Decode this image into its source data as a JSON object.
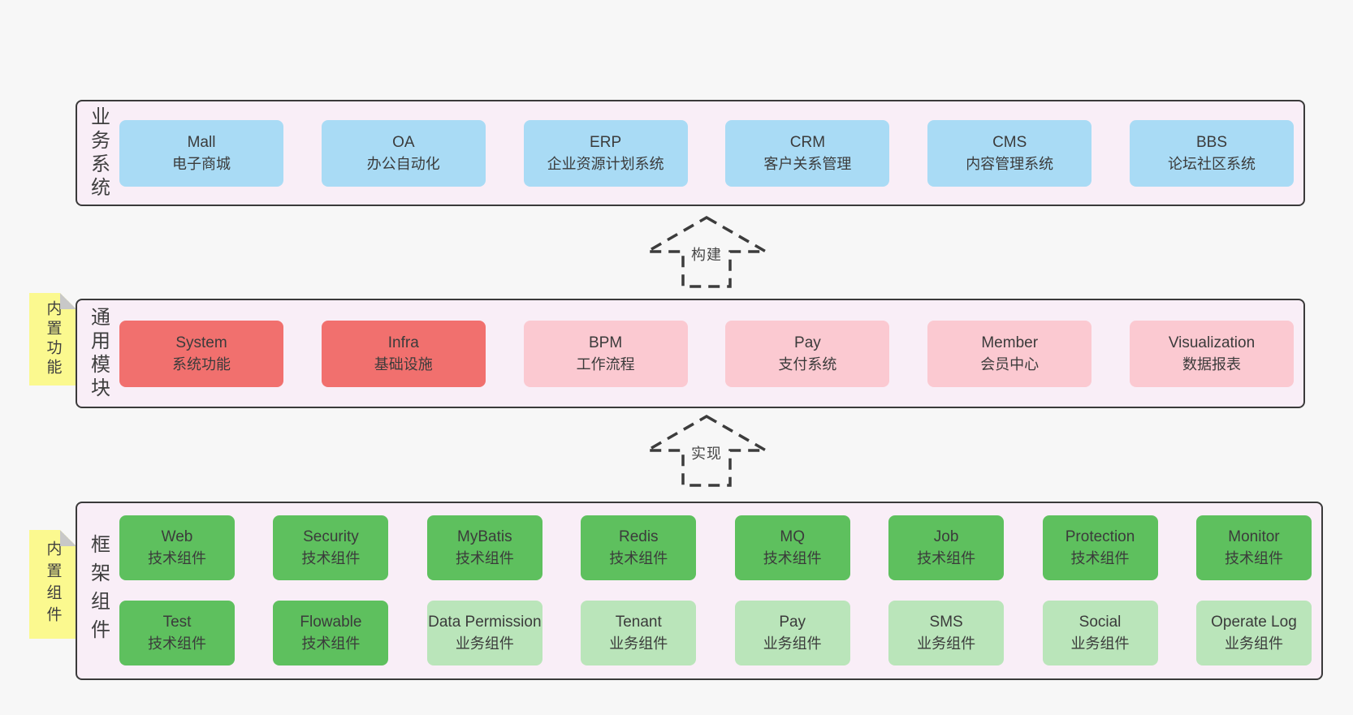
{
  "colors": {
    "page_bg": "#f7f7f7",
    "panel_bg": "#f9eef7",
    "panel_border": "#3a3a3a",
    "blue": "#a9dbf5",
    "red": "#f1706e",
    "pink": "#fbc9d1",
    "green": "#5ec05e",
    "light_green": "#bae5ba",
    "sticky": "#fbf98f",
    "sticky_fold": "#c8c8c8",
    "text": "#3b3b3b"
  },
  "arrows": [
    {
      "label": "构建"
    },
    {
      "label": "实现"
    }
  ],
  "panels": {
    "business": {
      "label": "业务系统",
      "boxes": [
        {
          "title": "Mall",
          "subtitle": "电子商城",
          "variant": "blue"
        },
        {
          "title": "OA",
          "subtitle": "办公自动化",
          "variant": "blue"
        },
        {
          "title": "ERP",
          "subtitle": "企业资源计划系统",
          "variant": "blue"
        },
        {
          "title": "CRM",
          "subtitle": "客户关系管理",
          "variant": "blue"
        },
        {
          "title": "CMS",
          "subtitle": "内容管理系统",
          "variant": "blue"
        },
        {
          "title": "BBS",
          "subtitle": "论坛社区系统",
          "variant": "blue"
        }
      ]
    },
    "modules": {
      "label": "通用模块",
      "sticky": "内置功能",
      "boxes": [
        {
          "title": "System",
          "subtitle": "系统功能",
          "variant": "red"
        },
        {
          "title": "Infra",
          "subtitle": "基础设施",
          "variant": "red"
        },
        {
          "title": "BPM",
          "subtitle": "工作流程",
          "variant": "pink"
        },
        {
          "title": "Pay",
          "subtitle": "支付系统",
          "variant": "pink"
        },
        {
          "title": "Member",
          "subtitle": "会员中心",
          "variant": "pink"
        },
        {
          "title": "Visualization",
          "subtitle": "数据报表",
          "variant": "pink"
        }
      ]
    },
    "framework": {
      "label": "框架组件",
      "sticky": "内置组件",
      "rows": [
        [
          {
            "title": "Web",
            "subtitle": "技术组件",
            "variant": "green"
          },
          {
            "title": "Security",
            "subtitle": "技术组件",
            "variant": "green"
          },
          {
            "title": "MyBatis",
            "subtitle": "技术组件",
            "variant": "green"
          },
          {
            "title": "Redis",
            "subtitle": "技术组件",
            "variant": "green"
          },
          {
            "title": "MQ",
            "subtitle": "技术组件",
            "variant": "green"
          },
          {
            "title": "Job",
            "subtitle": "技术组件",
            "variant": "green"
          },
          {
            "title": "Protection",
            "subtitle": "技术组件",
            "variant": "green"
          },
          {
            "title": "Monitor",
            "subtitle": "技术组件",
            "variant": "green"
          }
        ],
        [
          {
            "title": "Test",
            "subtitle": "技术组件",
            "variant": "green"
          },
          {
            "title": "Flowable",
            "subtitle": "技术组件",
            "variant": "green"
          },
          {
            "title": "Data Permission",
            "subtitle": "业务组件",
            "variant": "light-green"
          },
          {
            "title": "Tenant",
            "subtitle": "业务组件",
            "variant": "light-green"
          },
          {
            "title": "Pay",
            "subtitle": "业务组件",
            "variant": "light-green"
          },
          {
            "title": "SMS",
            "subtitle": "业务组件",
            "variant": "light-green"
          },
          {
            "title": "Social",
            "subtitle": "业务组件",
            "variant": "light-green"
          },
          {
            "title": "Operate Log",
            "subtitle": "业务组件",
            "variant": "light-green"
          }
        ]
      ]
    }
  }
}
